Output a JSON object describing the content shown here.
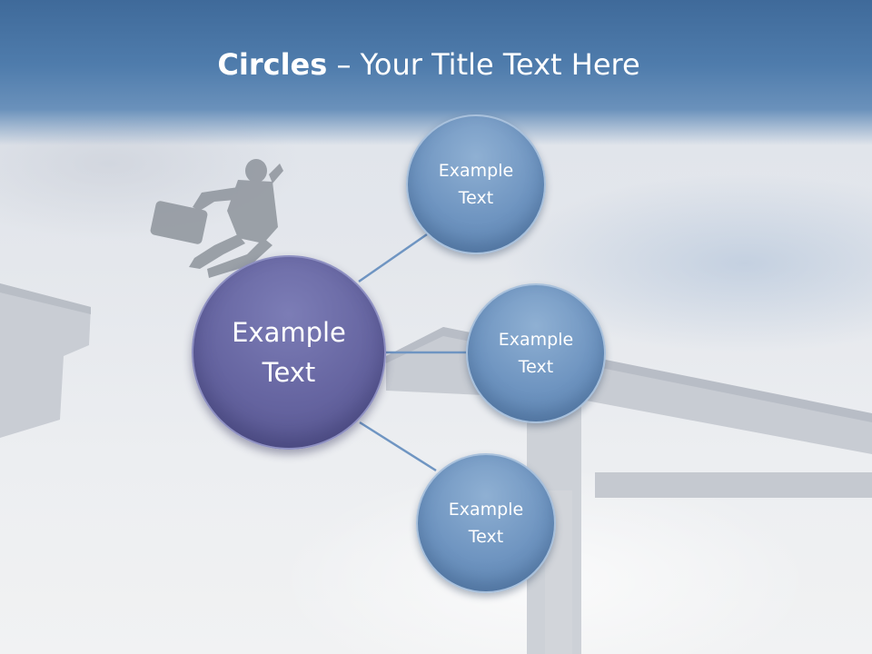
{
  "slide": {
    "title_strong": "Circles",
    "title_rest": " – Your Title Text Here"
  },
  "diagram": {
    "center": {
      "label": "Example\nText",
      "color": "#6564a0"
    },
    "satellites": [
      {
        "label": "Example\nText",
        "color": "#6e94c0"
      },
      {
        "label": "Example\nText",
        "color": "#6e94c0"
      },
      {
        "label": "Example\nText",
        "color": "#6e94c0"
      }
    ],
    "connector_color": "#6f95c2"
  }
}
